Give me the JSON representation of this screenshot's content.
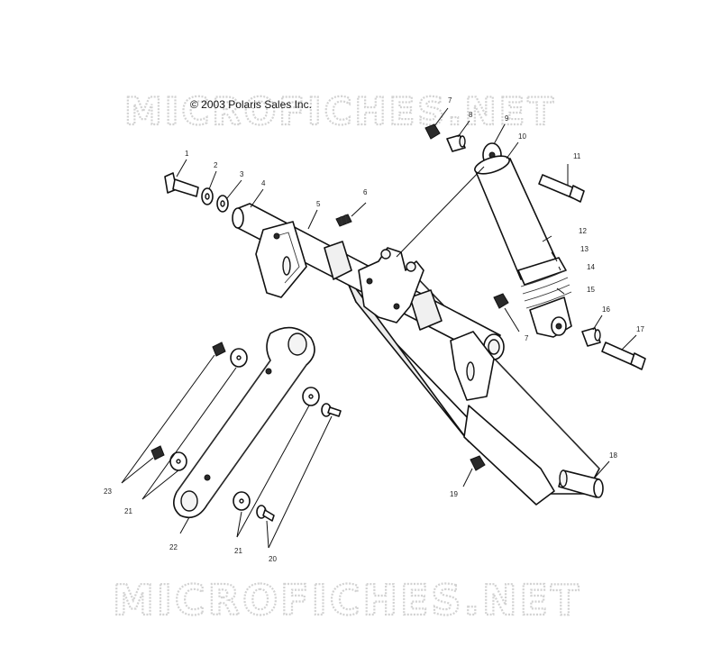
{
  "copyright": "© 2003 Polaris Sales Inc.",
  "watermark_top": "MICROFICHES.NET",
  "watermark_bottom": "MICROFICHES.NET",
  "callouts": [
    "1",
    "2",
    "3",
    "4",
    "5",
    "6",
    "7",
    "8",
    "9",
    "10",
    "11",
    "12",
    "13",
    "14",
    "15",
    "7",
    "16",
    "17",
    "18",
    "19",
    "20",
    "21",
    "21",
    "22",
    "23"
  ]
}
